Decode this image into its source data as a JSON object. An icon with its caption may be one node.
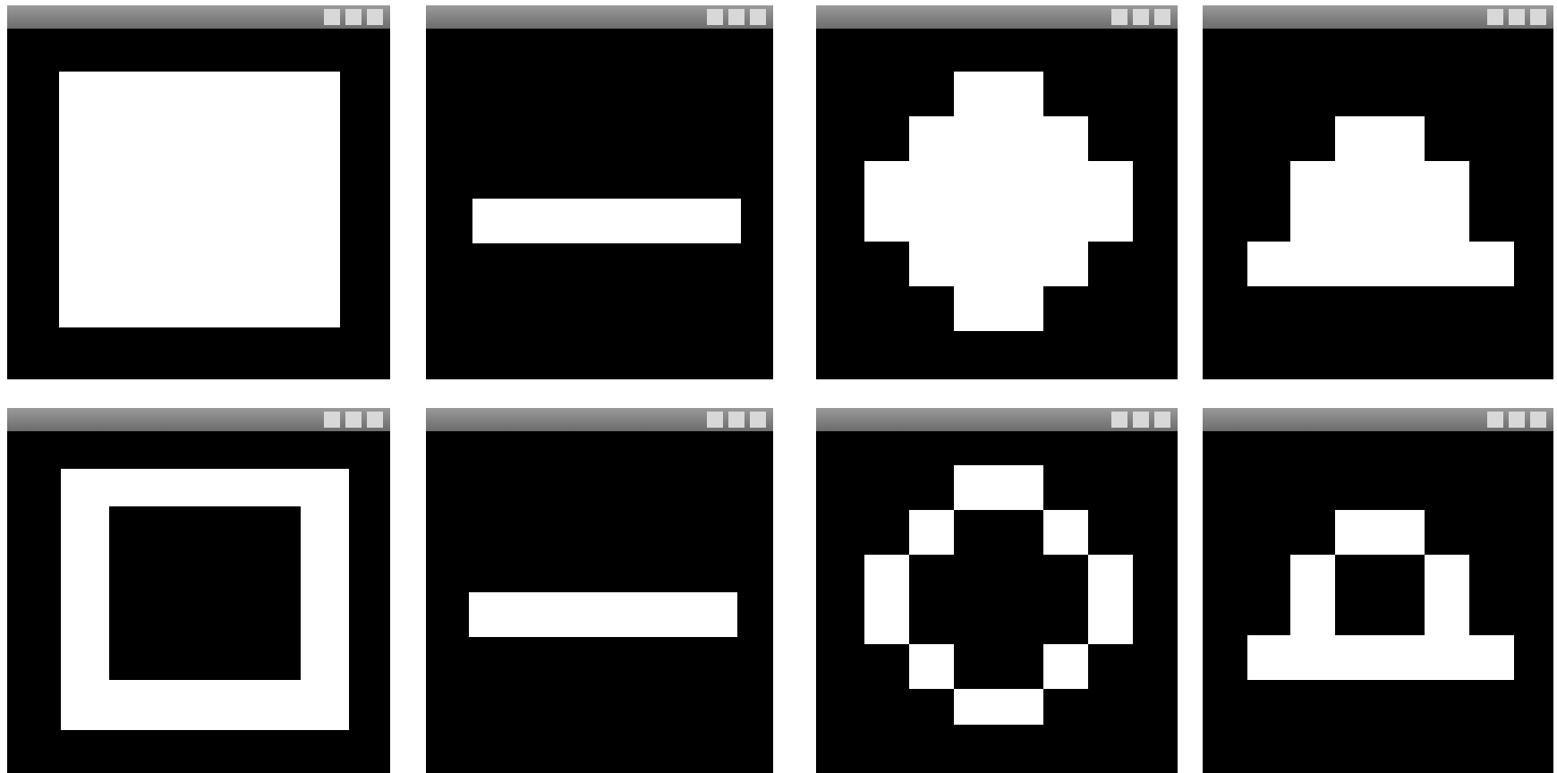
{
  "diagram": {
    "nodes": [
      {
        "text": [],
        "shape": "square"
      },
      {
        "text": [],
        "shape": "bar"
      },
      {
        "text": [],
        "shape": "octagon"
      },
      {
        "text": [],
        "shape": "triangle"
      },
      {
        "text": [],
        "shape": "square"
      },
      {
        "text": [],
        "shape": "bar"
      },
      {
        "text": [],
        "shape": "octagon"
      },
      {
        "text": [],
        "shape": "triangle"
      }
    ]
  }
}
